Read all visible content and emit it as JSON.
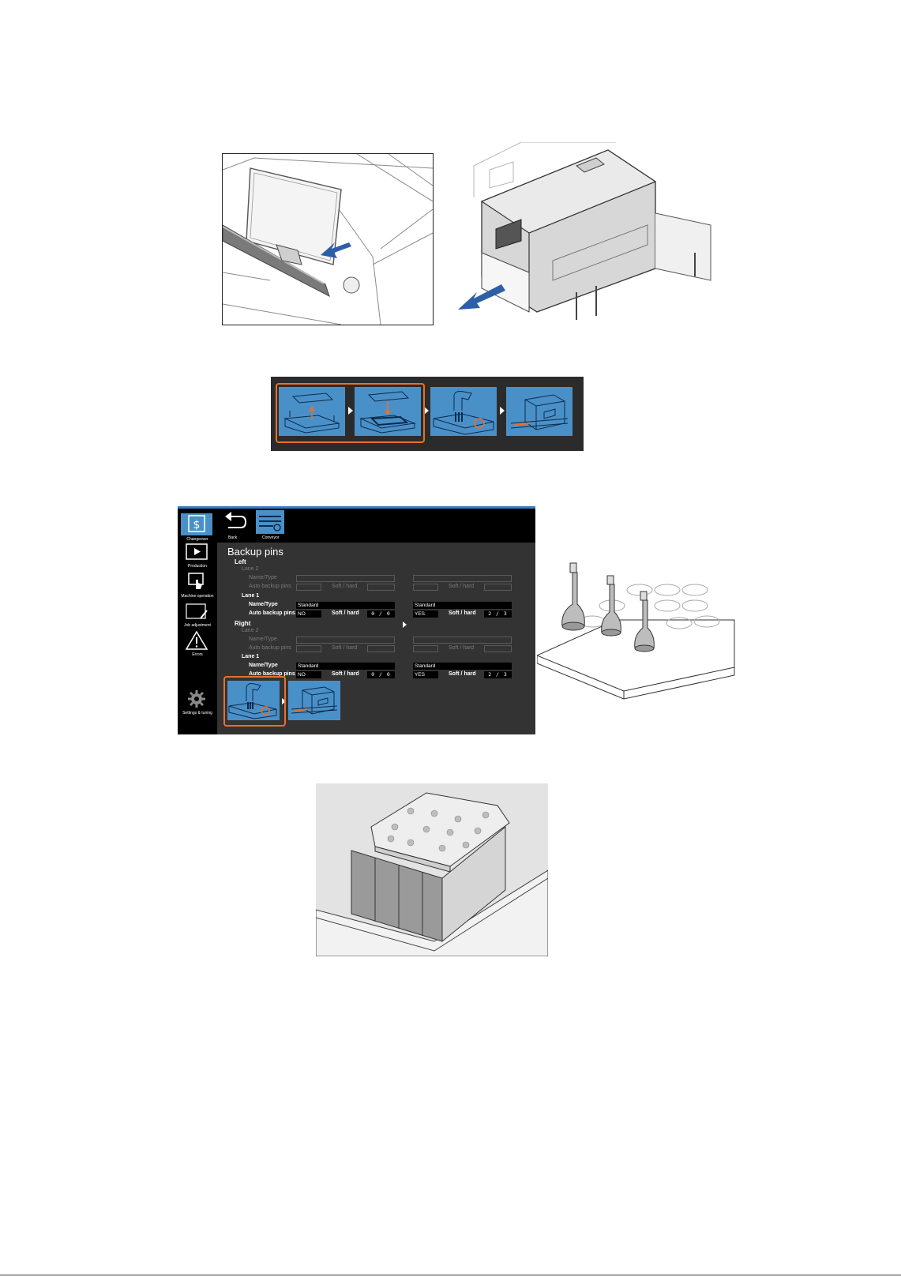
{
  "step_strip": {
    "tiles": [
      {
        "icon": "support-plate-lift-icon"
      },
      {
        "icon": "support-plate-place-icon"
      },
      {
        "icon": "backup-pin-nozzle-icon"
      },
      {
        "icon": "machine-conveyor-icon"
      }
    ],
    "highlight_color": "#e8702a",
    "tile_color": "#4a90c8"
  },
  "screen": {
    "accent": "#3c7dc4",
    "sidebar": [
      {
        "label": "Changeover",
        "icon": "changeover-icon",
        "active": true
      },
      {
        "label": "Production",
        "icon": "play-icon"
      },
      {
        "label": "Machine operation",
        "icon": "touch-icon"
      },
      {
        "label": "Job adjustment",
        "icon": "edit-icon"
      },
      {
        "label": "Errors",
        "icon": "warning-icon"
      },
      {
        "label": "Settings & tuning",
        "icon": "gear-icon"
      }
    ],
    "toolbar": {
      "back_label": "Back",
      "conveyor_label": "Conveyor"
    },
    "title": "Backup pins",
    "left": {
      "heading": "Left",
      "lane2": {
        "heading": "Lane 2",
        "name_type_label": "Name/Type",
        "auto_label": "Auto backup pins",
        "soft_hard_label": "Soft / hard"
      },
      "lane1": {
        "heading": "Lane 1",
        "name_type_label": "Name/Type",
        "auto_label": "Auto backup pins",
        "soft_hard_label": "Soft / hard",
        "col1": {
          "name": "Standard",
          "auto": "NO",
          "soft_hard": "0 / 0"
        },
        "col2": {
          "name": "Standard",
          "auto": "YES",
          "soft_hard": "2 / 3"
        }
      }
    },
    "right": {
      "heading": "Right",
      "lane2": {
        "heading": "Lane 2",
        "name_type_label": "Name/Type",
        "auto_label": "Auto backup pins",
        "soft_hard_label": "Soft / hard"
      },
      "lane1": {
        "heading": "Lane 1",
        "name_type_label": "Name/Type",
        "auto_label": "Auto backup pins",
        "soft_hard_label": "Soft / hard",
        "col1": {
          "name": "Standard",
          "auto": "NO",
          "soft_hard": "0 / 0"
        },
        "col2": {
          "name": "Standard",
          "auto": "YES",
          "soft_hard": "2 / 3"
        }
      }
    },
    "bottom_steps": [
      {
        "icon": "backup-pin-nozzle-icon"
      },
      {
        "icon": "machine-conveyor-icon"
      }
    ]
  }
}
